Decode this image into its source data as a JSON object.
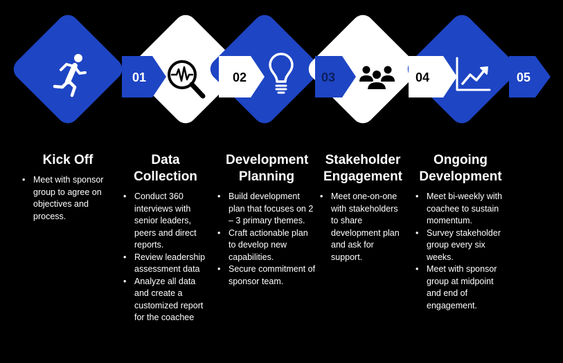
{
  "colors": {
    "blue": "#1e45c4",
    "white": "#ffffff",
    "background": "#000000",
    "navy": "#0b1f5c"
  },
  "stages": [
    {
      "number": "01",
      "icon": "running-person-icon",
      "title": "Kick Off",
      "bullets": [
        "Meet with sponsor group to agree on objectives and process."
      ]
    },
    {
      "number": "02",
      "icon": "magnifier-heartbeat-icon",
      "title": "Data Collection",
      "bullets": [
        "Conduct 360 interviews with senior leaders, peers and direct reports.",
        "Review leadership assessment data",
        "Analyze all data and create a customized report for the coachee"
      ]
    },
    {
      "number": "03",
      "icon": "lightbulb-icon",
      "title": "Development Planning",
      "bullets": [
        "Build development plan that focuses on 2 – 3 primary themes.",
        "Craft actionable plan to develop new capabilities.",
        "Secure commitment of sponsor team."
      ]
    },
    {
      "number": "04",
      "icon": "people-group-icon",
      "title": "Stakeholder Engagement",
      "bullets": [
        "Meet one-on-one with stakeholders to share development plan and ask for support."
      ]
    },
    {
      "number": "05",
      "icon": "trend-chart-icon",
      "title": "Ongoing Development",
      "bullets": [
        "Meet bi-weekly with coachee to sustain momentum.",
        "Survey stakeholder group every six weeks.",
        "Meet with sponsor group at midpoint and end of engagement."
      ]
    }
  ]
}
